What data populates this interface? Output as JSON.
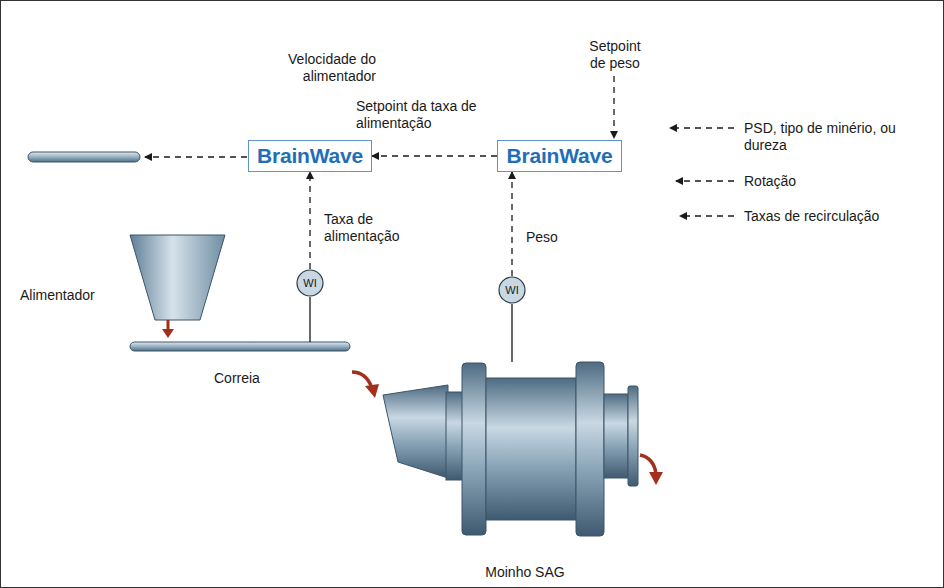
{
  "diagram": {
    "nodes": [
      {
        "text": [
          "BrainWave"
        ]
      },
      {
        "text": [
          "BrainWave"
        ]
      },
      {
        "text": [
          "WI"
        ]
      },
      {
        "text": [
          "WI"
        ]
      }
    ],
    "edges": [
      {
        "from": 1,
        "to": 0,
        "arrow": "to",
        "label": "Setpoint da taxa de alimentação"
      },
      {
        "from": 2,
        "to": 0,
        "arrow": "to",
        "label": "Taxa de alimentação"
      },
      {
        "from": 3,
        "to": 1,
        "arrow": "to",
        "label": "Peso"
      }
    ],
    "labels": [
      "Velocidade do alimentador",
      "Setpoint de peso",
      "PSD, tipo de minério, ou dureza",
      "Rotação",
      "Taxas de recirculação",
      "Alimentador",
      "Correia",
      "Moinho SAG"
    ]
  }
}
